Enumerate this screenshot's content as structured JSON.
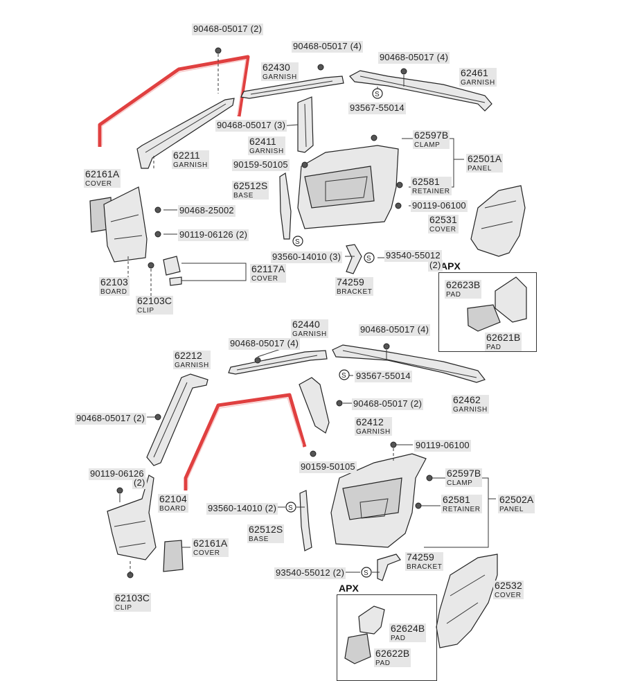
{
  "labels": {
    "l_90468_05017_2_top": {
      "num": "90468-05017 (2)"
    },
    "l_90468_05017_4_a": {
      "num": "90468-05017 (4)"
    },
    "l_90468_05017_4_b": {
      "num": "90468-05017 (4)"
    },
    "l_62430": {
      "num": "62430",
      "sub": "GARNISH"
    },
    "l_62461": {
      "num": "62461",
      "sub": "GARNISH"
    },
    "l_93567_55014_a": {
      "num": "93567-55014"
    },
    "l_90468_05017_3": {
      "num": "90468-05017 (3)"
    },
    "l_62211": {
      "num": "62211",
      "sub": "GARNISH"
    },
    "l_62411": {
      "num": "62411",
      "sub": "GARNISH"
    },
    "l_62597B_a": {
      "num": "62597B",
      "sub": "CLAMP"
    },
    "l_62501A": {
      "num": "62501A",
      "sub": "PANEL"
    },
    "l_90159_50105_a": {
      "num": "90159-50105"
    },
    "l_62161A_a": {
      "num": "62161A",
      "sub": "COVER"
    },
    "l_62512S_a": {
      "num": "62512S",
      "sub": "BASE"
    },
    "l_62581_a": {
      "num": "62581",
      "sub": "RETAINER"
    },
    "l_90119_06100_a": {
      "num": "90119-06100"
    },
    "l_90468_25002": {
      "num": "90468-25002"
    },
    "l_62531": {
      "num": "62531",
      "sub": "COVER"
    },
    "l_90119_06126_2_a": {
      "num": "90119-06126 (2)"
    },
    "l_93560_14010_3": {
      "num": "93560-14010 (3)"
    },
    "l_93540_55012_a": {
      "num": "93540-55012"
    },
    "l_2_apx": {
      "num": "(2)"
    },
    "l_62117A": {
      "num": "62117A",
      "sub": "COVER"
    },
    "l_62103": {
      "num": "62103",
      "sub": "BOARD"
    },
    "l_74259_a": {
      "num": "74259",
      "sub": "BRACKET"
    },
    "l_62623B": {
      "num": "62623B",
      "sub": "PAD"
    },
    "l_62103C_a": {
      "num": "62103C",
      "sub": "CLIP"
    },
    "l_62621B": {
      "num": "62621B",
      "sub": "PAD"
    },
    "l_62440": {
      "num": "62440",
      "sub": "GARNISH"
    },
    "l_90468_05017_4_c": {
      "num": "90468-05017 (4)"
    },
    "l_90468_05017_4_d": {
      "num": "90468-05017 (4)"
    },
    "l_62212": {
      "num": "62212",
      "sub": "GARNISH"
    },
    "l_93567_55014_b": {
      "num": "93567-55014"
    },
    "l_90468_05017_2_b": {
      "num": "90468-05017 (2)"
    },
    "l_62462": {
      "num": "62462",
      "sub": "GARNISH"
    },
    "l_90468_05017_2_c": {
      "num": "90468-05017 (2)"
    },
    "l_62412": {
      "num": "62412",
      "sub": "GARNISH"
    },
    "l_90119_06100_b": {
      "num": "90119-06100"
    },
    "l_90159_50105_b": {
      "num": "90159-50105"
    },
    "l_90119_06126_b": {
      "num": "90119-06126"
    },
    "l_2_b": {
      "num": "(2)"
    },
    "l_62597B_b": {
      "num": "62597B",
      "sub": "CLAMP"
    },
    "l_62104": {
      "num": "62104",
      "sub": "BOARD"
    },
    "l_62581_b": {
      "num": "62581",
      "sub": "RETAINER"
    },
    "l_62502A": {
      "num": "62502A",
      "sub": "PANEL"
    },
    "l_93560_14010_2": {
      "num": "93560-14010 (2)"
    },
    "l_62512S_b": {
      "num": "62512S",
      "sub": "BASE"
    },
    "l_62161A_b": {
      "num": "62161A",
      "sub": "COVER"
    },
    "l_74259_b": {
      "num": "74259",
      "sub": "BRACKET"
    },
    "l_93540_55012_2": {
      "num": "93540-55012 (2)"
    },
    "l_62532": {
      "num": "62532",
      "sub": "COVER"
    },
    "l_62103C_b": {
      "num": "62103C",
      "sub": "CLIP"
    },
    "l_62624B": {
      "num": "62624B",
      "sub": "PAD"
    },
    "l_62622B": {
      "num": "62622B",
      "sub": "PAD"
    }
  },
  "apx": {
    "top": "APX",
    "bottom": "APX"
  },
  "symbols": {
    "screw": "S"
  },
  "colors": {
    "highlight": "#e04040",
    "label_bg": "#e6e6e6",
    "line": "#333333"
  }
}
